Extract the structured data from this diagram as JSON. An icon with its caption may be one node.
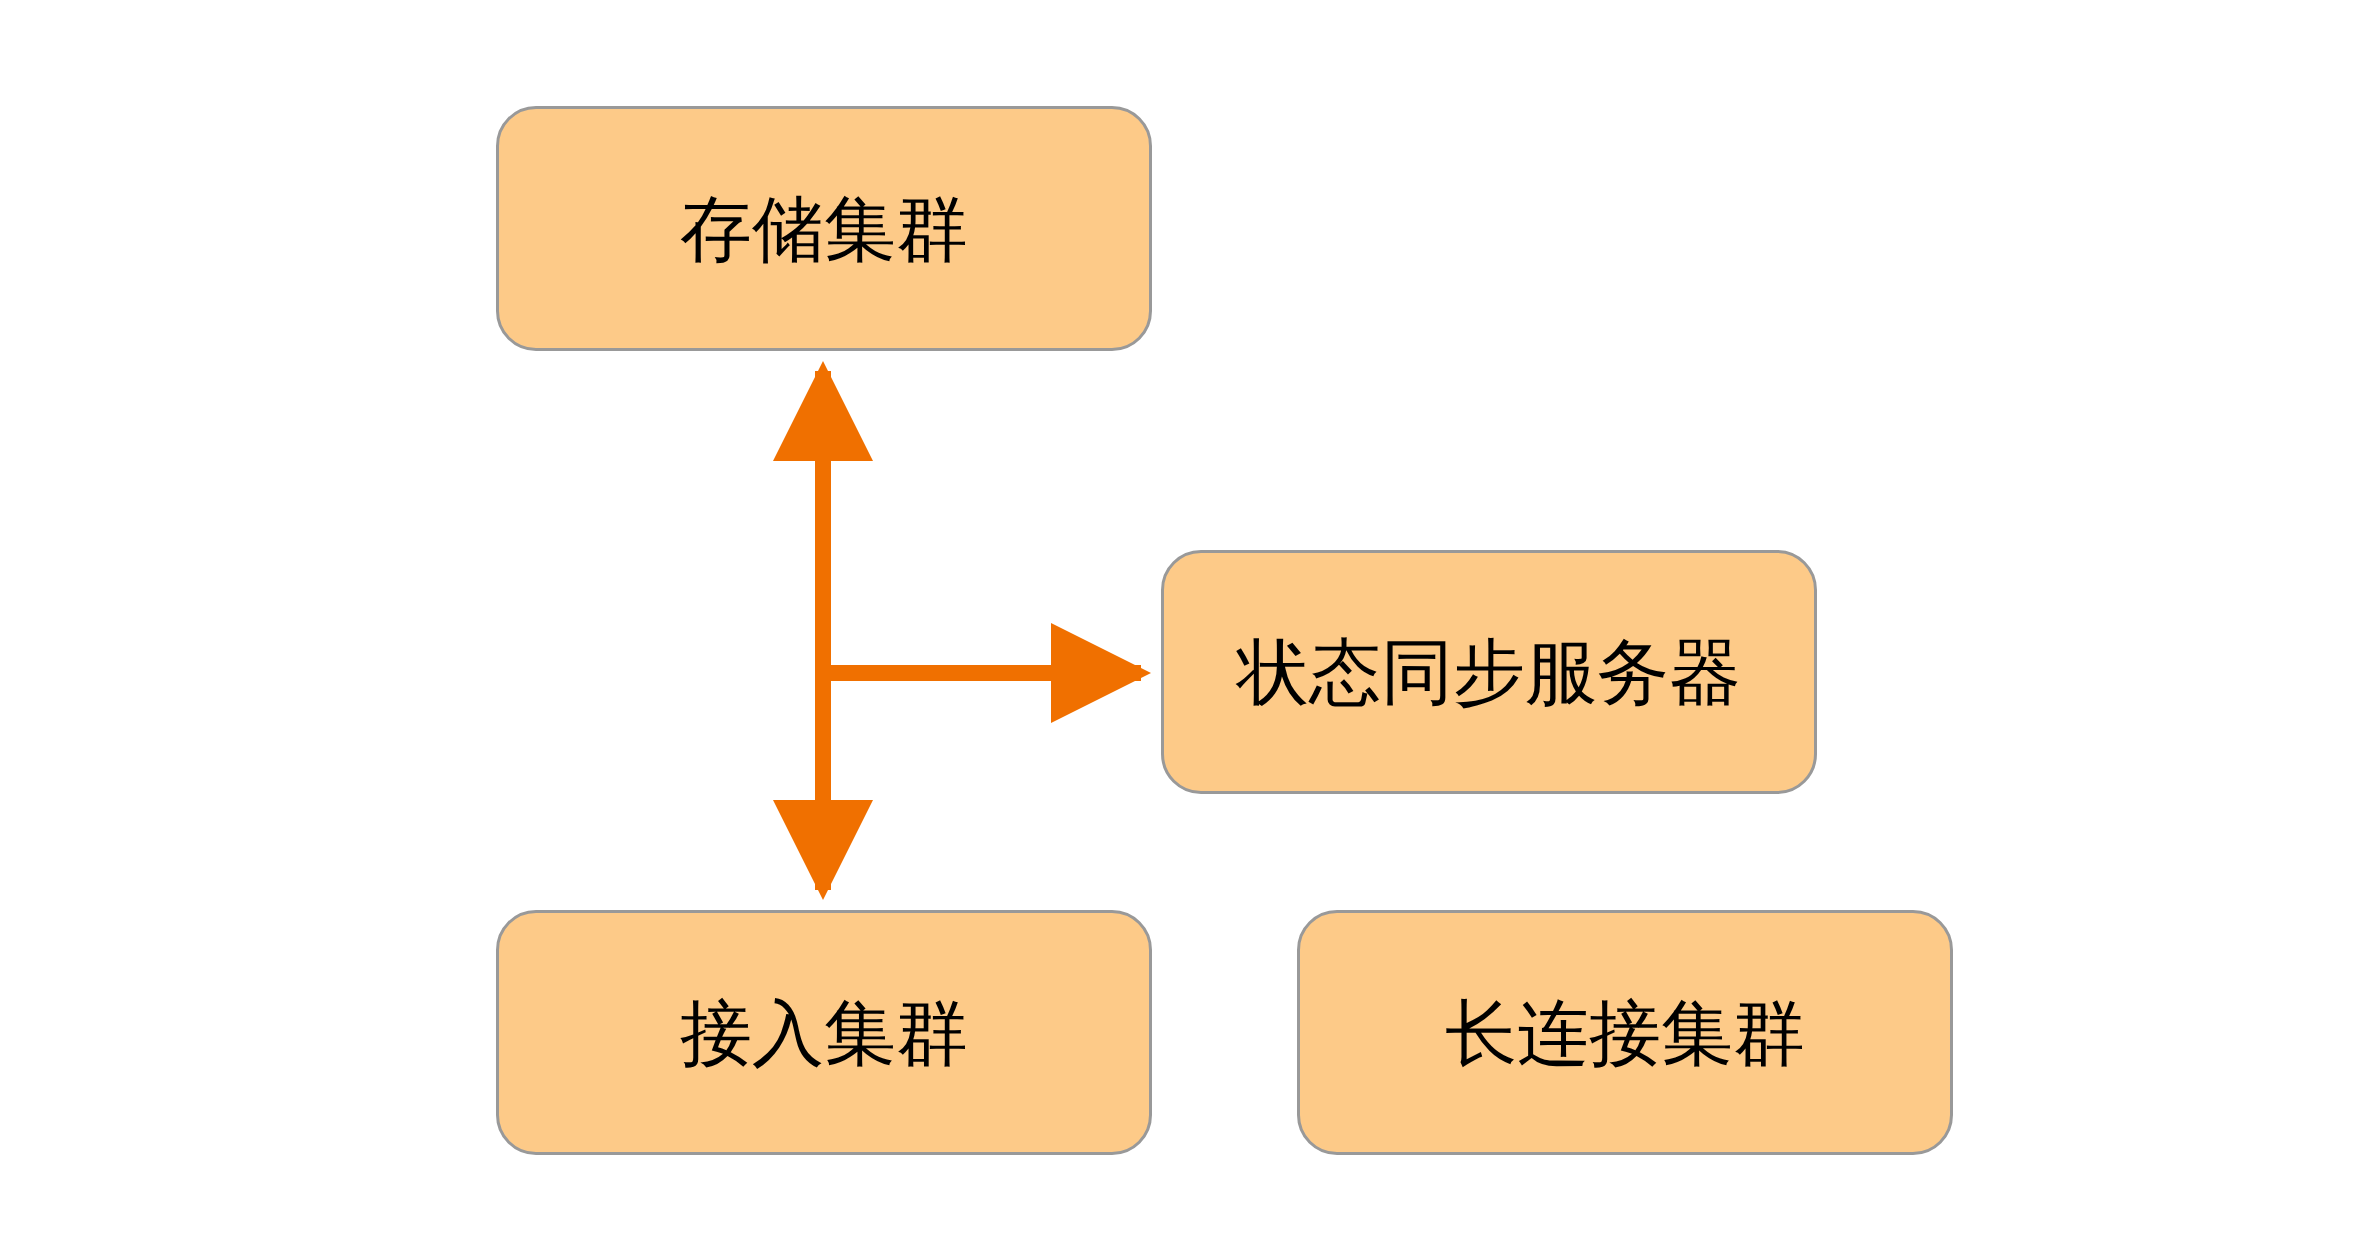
{
  "diagram": {
    "nodes": [
      {
        "text": [
          "存储集群"
        ]
      },
      {
        "text": [
          "状态同步服务器"
        ]
      },
      {
        "text": [
          "接入集群"
        ]
      },
      {
        "text": [
          "长连接集群"
        ]
      }
    ],
    "edges": [
      {
        "from": null,
        "to": 0,
        "arrow": "to"
      },
      {
        "from": null,
        "to": 1,
        "arrow": "to"
      },
      {
        "from": null,
        "to": 2,
        "arrow": "to"
      }
    ]
  }
}
